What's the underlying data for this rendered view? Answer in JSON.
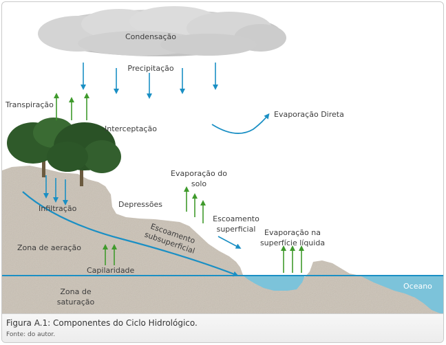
{
  "labels": {
    "condensacao": "Condensação",
    "precipitacao": "Precipitação",
    "transpiracao": "Transpiração",
    "evaporacao_direta": "Evaporação Direta",
    "interceptacao": "Interceptação",
    "evaporacao_solo_1": "Evaporação do",
    "evaporacao_solo_2": "solo",
    "infiltracao": "Infiltração",
    "depressoes": "Depressões",
    "escoamento_superficial_1": "Escoamento",
    "escoamento_superficial_2": "superficial",
    "escoamento_sub_1": "Escoamento",
    "escoamento_sub_2": "subsuperficial",
    "evap_liquida_1": "Evaporação na",
    "evap_liquida_2": "superfície líquida",
    "zona_aeracao": "Zona de aeração",
    "capilaridade": "Capilaridade",
    "zona_saturacao_1": "Zona de",
    "zona_saturacao_2": "saturação",
    "oceano": "Oceano"
  },
  "caption": {
    "title": "Figura A.1: Componentes do Ciclo Hidrológico.",
    "source": "Fonte: do autor."
  },
  "colors": {
    "water_arrow": "#1a8fc4",
    "green_arrow": "#3f9a2c",
    "soil": "#c9c0b4",
    "ocean": "#7cc3da",
    "tree": "#2f5a2a"
  }
}
